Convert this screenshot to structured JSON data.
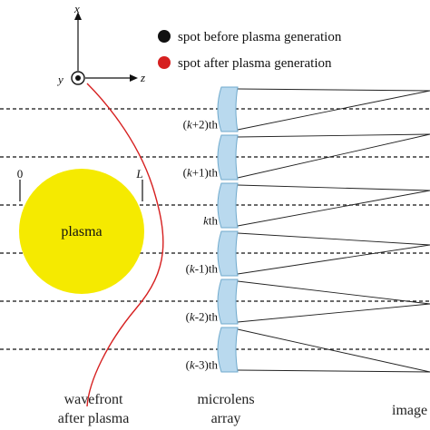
{
  "axes": {
    "x_label": "x",
    "y_label": "y",
    "z_label": "z"
  },
  "legend": [
    {
      "text": "spot before plasma generation",
      "color": "#111111"
    },
    {
      "text": "spot after plasma generation",
      "color": "#d62020"
    }
  ],
  "plasma": {
    "label": "plasma",
    "left_marker": "0",
    "right_marker": "L",
    "color": "#f5ea00"
  },
  "wavefront_color": "#d62020",
  "lens_color": "#b9d9ee",
  "rows": [
    {
      "k": "k",
      "suffix": "+2)th",
      "open": "("
    },
    {
      "k": "k",
      "suffix": "+1)th",
      "open": "("
    },
    {
      "k": "k",
      "suffix": "th",
      "open": ""
    },
    {
      "k": "k",
      "suffix": "-1)th",
      "open": "("
    },
    {
      "k": "k",
      "suffix": "-2)th",
      "open": "("
    },
    {
      "k": "k",
      "suffix": "-3)th",
      "open": "("
    }
  ],
  "captions": {
    "wavefront_line1": "wavefront",
    "wavefront_line2": "after plasma",
    "microlens_line1": "microlens",
    "microlens_line2": "array",
    "image": "image"
  }
}
